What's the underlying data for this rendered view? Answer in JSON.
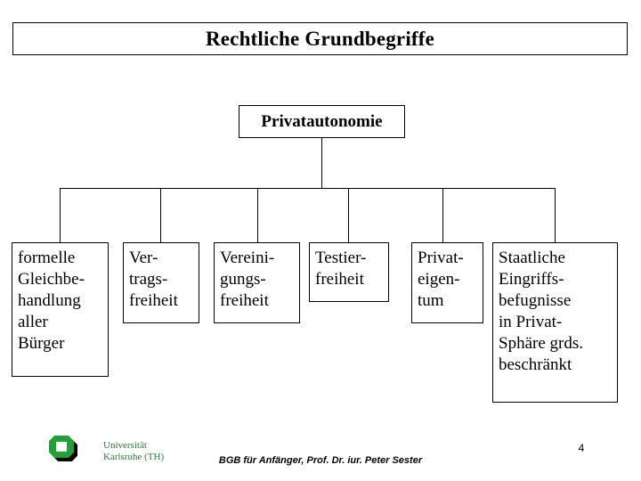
{
  "slide": {
    "title": "Rechtliche Grundbegriffe",
    "page_number": "4"
  },
  "diagram": {
    "root": {
      "label": "Privatautonomie"
    },
    "children": [
      {
        "label": "formelle\nGleichbe-\nhandlung\naller\nBürger"
      },
      {
        "label": "Ver-\ntrags-\nfreiheit"
      },
      {
        "label": "Vereini-\ngungs-\nfreiheit"
      },
      {
        "label": "Testier-\nfreiheit"
      },
      {
        "label": "Privat-\neigen-\ntum"
      },
      {
        "label": "Staatliche\nEingriffs-\nbefugnisse\nin Privat-\nSphäre grds.\nbeschränkt"
      }
    ]
  },
  "footer": {
    "logo_name": "university-logo-icon",
    "university": "Universität\nKarlsruhe (TH)",
    "course": "BGB für Anfänger, Prof. Dr. iur. Peter Sester"
  },
  "colors": {
    "logo_green": "#21a038",
    "university_text": "#2d7a3e",
    "line": "#000000",
    "background": "#ffffff"
  }
}
